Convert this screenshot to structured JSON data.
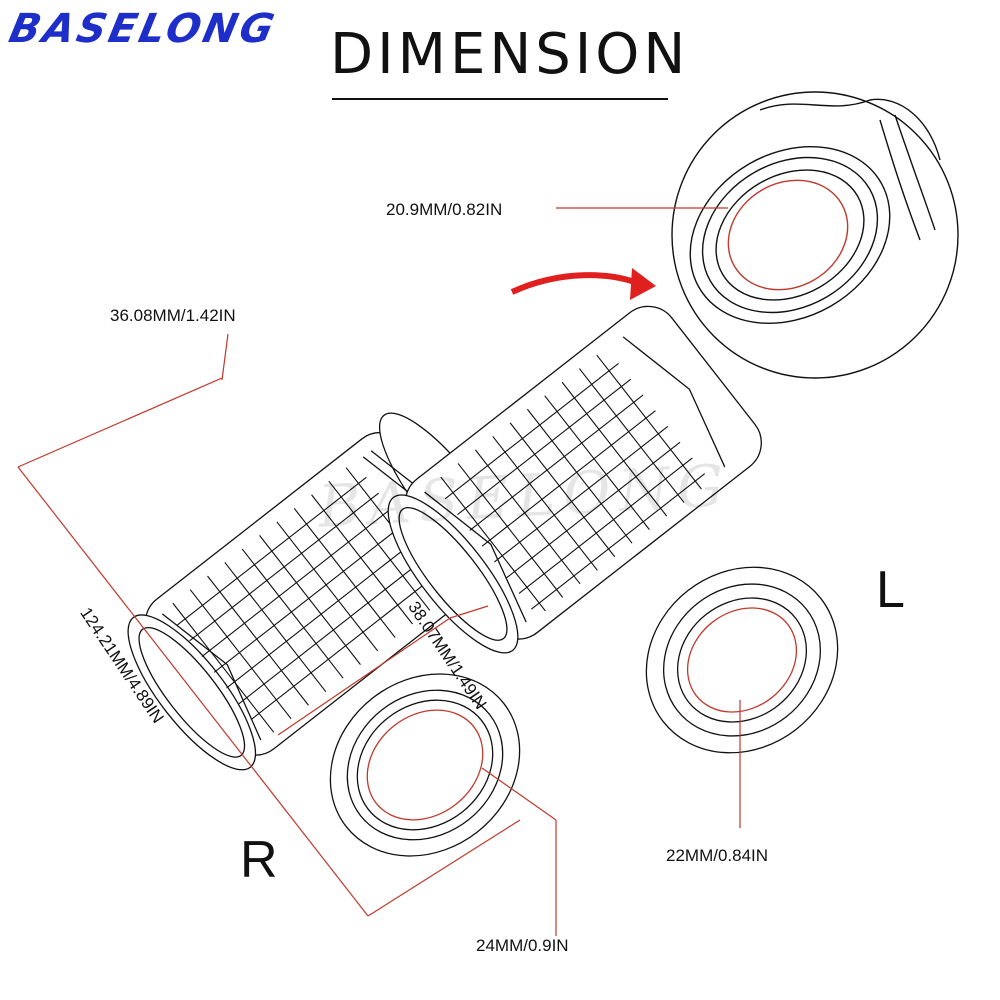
{
  "header": {
    "brand": "BASELONG",
    "title": "DIMENSION"
  },
  "watermark": "BASELONG",
  "labels": {
    "inner_diameter_zoom": "20.9MM/0.82IN",
    "outer_diameter_right": "36.08MM/1.42IN",
    "end_diameter_right": "38.07MM/1.49IN",
    "length_right": "124.21MM/4.89IN",
    "bore_right": "24MM/0.9IN",
    "bore_left": "22MM/0.84IN"
  },
  "sides": {
    "right": "R",
    "left": "L"
  },
  "colors": {
    "brand": "#1e2ec8",
    "dimension_line": "#c0392b",
    "outline": "#111111"
  }
}
